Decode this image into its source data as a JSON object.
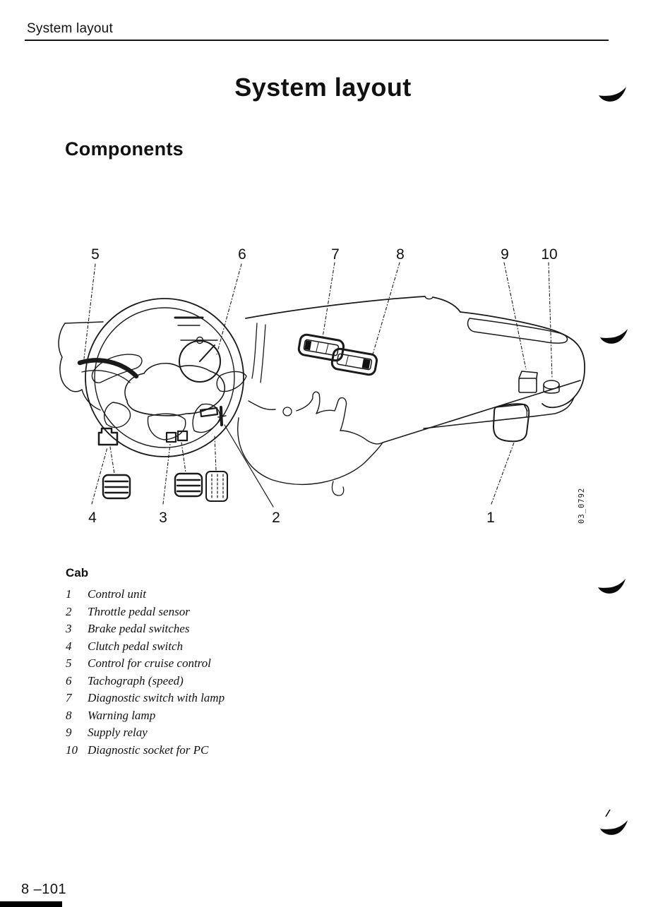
{
  "page": {
    "running_header": "System layout",
    "title": "System layout",
    "section_heading": "Components",
    "footer_page_number": "8 –101"
  },
  "figure": {
    "code": "03_0792",
    "callouts": {
      "n1": "1",
      "n2": "2",
      "n3": "3",
      "n4": "4",
      "n5": "5",
      "n6": "6",
      "n7": "7",
      "n8": "8",
      "n9": "9",
      "n10": "10"
    }
  },
  "legend": {
    "heading": "Cab",
    "items": [
      {
        "num": "1",
        "label": "Control unit"
      },
      {
        "num": "2",
        "label": "Throttle pedal sensor"
      },
      {
        "num": "3",
        "label": "Brake pedal switches"
      },
      {
        "num": "4",
        "label": "Clutch pedal switch"
      },
      {
        "num": "5",
        "label": "Control for cruise control"
      },
      {
        "num": "6",
        "label": "Tachograph (speed)"
      },
      {
        "num": "7",
        "label": "Diagnostic switch with lamp"
      },
      {
        "num": "8",
        "label": "Warning lamp"
      },
      {
        "num": "9",
        "label": "Supply relay"
      },
      {
        "num": "10",
        "label": "Diagnostic socket for PC"
      }
    ]
  },
  "colors": {
    "ink": "#111111",
    "paper": "#ffffff"
  }
}
